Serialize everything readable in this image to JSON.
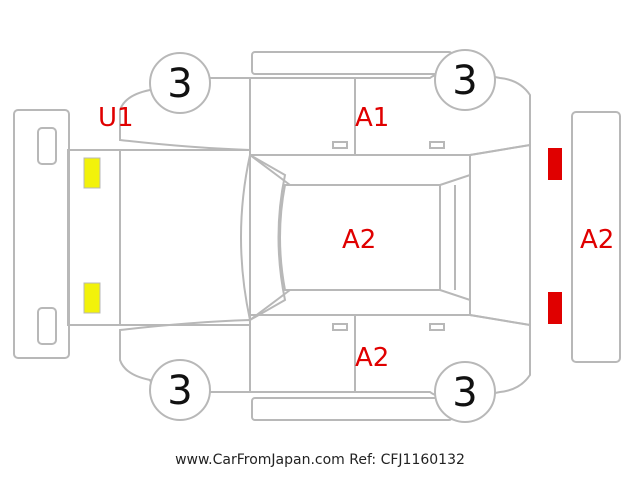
{
  "diagram": {
    "wheels": {
      "front_left": "3",
      "rear_left": "3",
      "front_right": "3",
      "rear_right": "3"
    },
    "damage_marks": {
      "front_bumper_left": "U1",
      "roof_left_door": "A1",
      "roof_center": "A2",
      "rear_bumper": "A2",
      "right_door": "A2"
    },
    "lamp_colors": {
      "front": "#f2f20a",
      "rear": "#e00000"
    },
    "line_color": "#b8b8b8",
    "mark_color": "#e00000"
  },
  "footer": {
    "text": "www.CarFromJapan.com Ref: CFJ1160132"
  }
}
